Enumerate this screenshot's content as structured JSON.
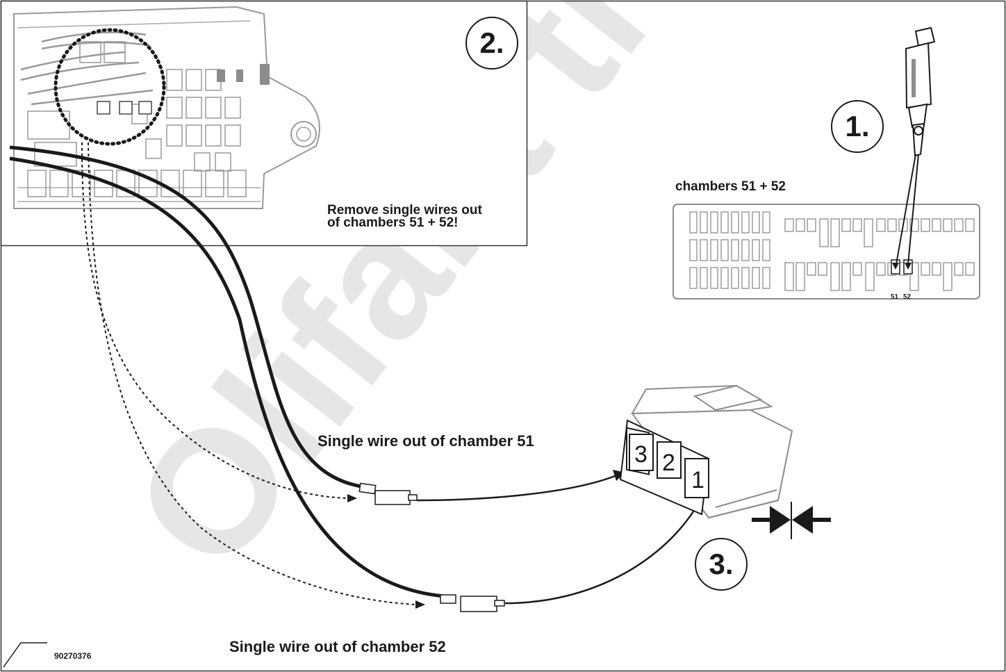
{
  "diagram": {
    "callout_remove": [
      "Remove single wires out",
      "of chambers 51 + 52!"
    ],
    "chambers_heading": "chambers 51 + 52",
    "label_wire_51": "Single wire out of chamber 51",
    "label_wire_52": "Single wire out of chamber 52",
    "chamber_numbers": [
      "51",
      "52"
    ],
    "connector_slots": [
      "3",
      "2",
      "1"
    ],
    "doc_number": "90270376",
    "watermark": "Olifant tre"
  },
  "steps": [
    "1.",
    "2.",
    "3."
  ],
  "colors": {
    "line": "#1a1a1a",
    "part_gray": "#8c8c8c",
    "watermark": "#e6e6e6",
    "box_border": "#6b6b6b"
  }
}
